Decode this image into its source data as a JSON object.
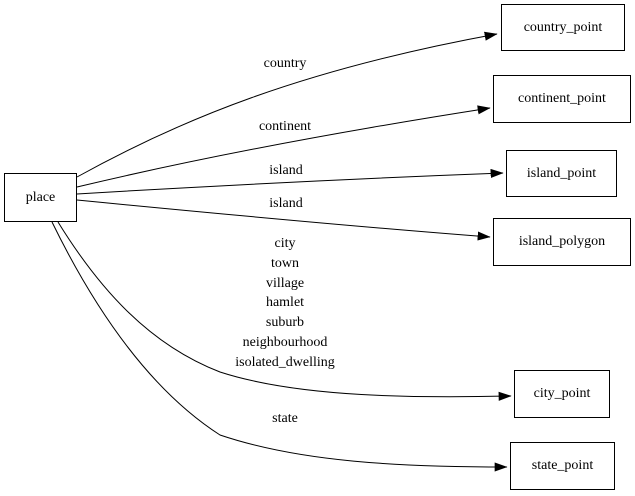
{
  "graph": {
    "type": "directed-graph",
    "colors": {
      "background": "#ffffff",
      "stroke": "#000000",
      "text": "#000000",
      "node_fill": "#ffffff"
    },
    "nodes": {
      "place": {
        "label": "place"
      },
      "country_point": {
        "label": "country_point"
      },
      "continent_point": {
        "label": "continent_point"
      },
      "island_point": {
        "label": "island_point"
      },
      "island_polygon": {
        "label": "island_polygon"
      },
      "city_point": {
        "label": "city_point"
      },
      "state_point": {
        "label": "state_point"
      }
    },
    "edges": [
      {
        "from": "place",
        "to": "country_point",
        "label": "country"
      },
      {
        "from": "place",
        "to": "continent_point",
        "label": "continent"
      },
      {
        "from": "place",
        "to": "island_point",
        "label": "island"
      },
      {
        "from": "place",
        "to": "island_polygon",
        "label": "island"
      },
      {
        "from": "place",
        "to": "city_point",
        "label_lines": [
          "city",
          "town",
          "village",
          "hamlet",
          "suburb",
          "neighbourhood",
          "isolated_dwelling"
        ]
      },
      {
        "from": "place",
        "to": "state_point",
        "label": "state"
      }
    ]
  }
}
